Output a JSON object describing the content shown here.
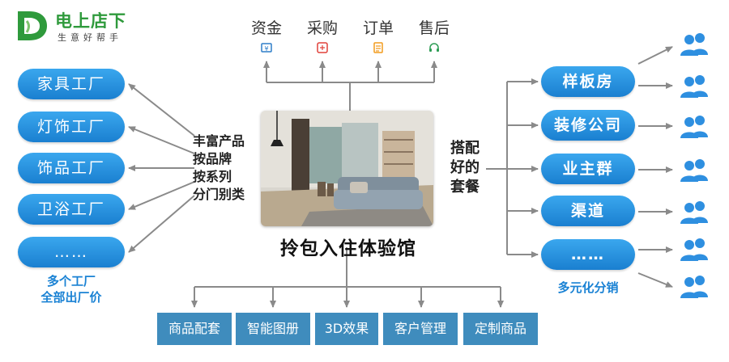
{
  "logo": {
    "mark": "D",
    "title": "电上店下",
    "subtitle": "生意好帮手",
    "color": "#2f9a3c"
  },
  "top_functions": [
    {
      "label": "资金",
      "icon": "money-icon"
    },
    {
      "label": "采购",
      "icon": "purchase-stamp-icon"
    },
    {
      "label": "订单",
      "icon": "order-clipboard-icon"
    },
    {
      "label": "售后",
      "icon": "headset-icon"
    }
  ],
  "factories": [
    "家具工厂",
    "灯饰工厂",
    "饰品工厂",
    "卫浴工厂",
    "……"
  ],
  "factories_caption": [
    "多个工厂",
    "全部出厂价"
  ],
  "factories_desc": [
    "丰富产品",
    "按品牌",
    "按系列",
    "分门别类"
  ],
  "center": {
    "title": "拎包入住体验馆",
    "image": "living-room-photo"
  },
  "package_desc": [
    "搭配",
    "好的",
    "套餐"
  ],
  "channels": [
    "样板房",
    "装修公司",
    "业主群",
    "渠道",
    "……"
  ],
  "channels_caption": "多元化分销",
  "features": [
    "商品配套",
    "智能图册",
    "3D效果",
    "客户管理",
    "定制商品"
  ],
  "colors": {
    "pill_blue": "#1f8ad9",
    "feature_blue": "#3f8cbd",
    "arrow_gray": "#8a8a8a",
    "caption_blue": "#1a82d4"
  }
}
